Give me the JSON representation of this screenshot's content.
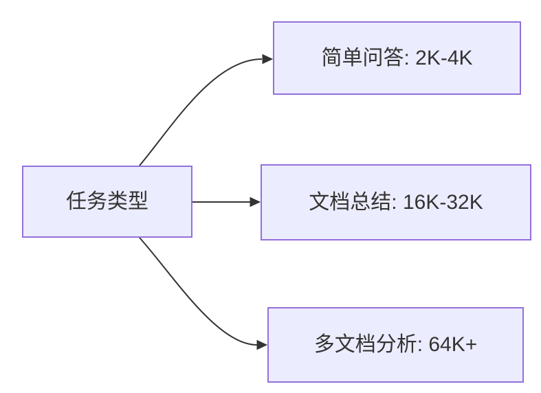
{
  "diagram": {
    "type": "flowchart",
    "direction": "left-to-right",
    "nodes": {
      "root": {
        "label": "任务类型"
      },
      "top": {
        "label": "简单问答: 2K-4K"
      },
      "mid": {
        "label": "文档总结: 16K-32K"
      },
      "bottom": {
        "label": "多文档分析: 64K+"
      }
    },
    "edges": [
      {
        "from": "任务类型",
        "to": "简单问答: 2K-4K"
      },
      {
        "from": "任务类型",
        "to": "文档总结: 16K-32K"
      },
      {
        "from": "任务类型",
        "to": "多文档分析: 64K+"
      }
    ],
    "colors": {
      "node_fill": "#ECECFF",
      "node_border": "#9370DB",
      "edge_color": "#333333",
      "text_color": "#333333",
      "background": "#ffffff"
    }
  }
}
